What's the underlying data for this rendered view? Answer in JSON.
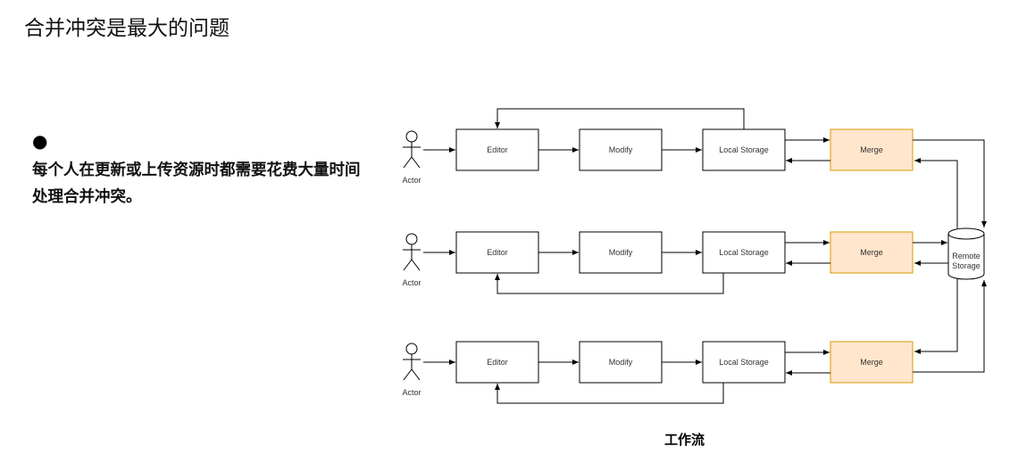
{
  "title": "合并冲突是最大的问题",
  "bullet": "●",
  "body": "每个人在更新或上传资源时都需要花费大量时间处理合并冲突。",
  "caption": "工作流",
  "diagram": {
    "actor": "Actor",
    "editor": "Editor",
    "modify": "Modify",
    "local": "Local Storage",
    "merge": "Merge",
    "remote1": "Remote",
    "remote2": "Storage",
    "colors": {
      "merge_fill": "#ffe6cc",
      "merge_stroke": "#d79b00"
    }
  }
}
